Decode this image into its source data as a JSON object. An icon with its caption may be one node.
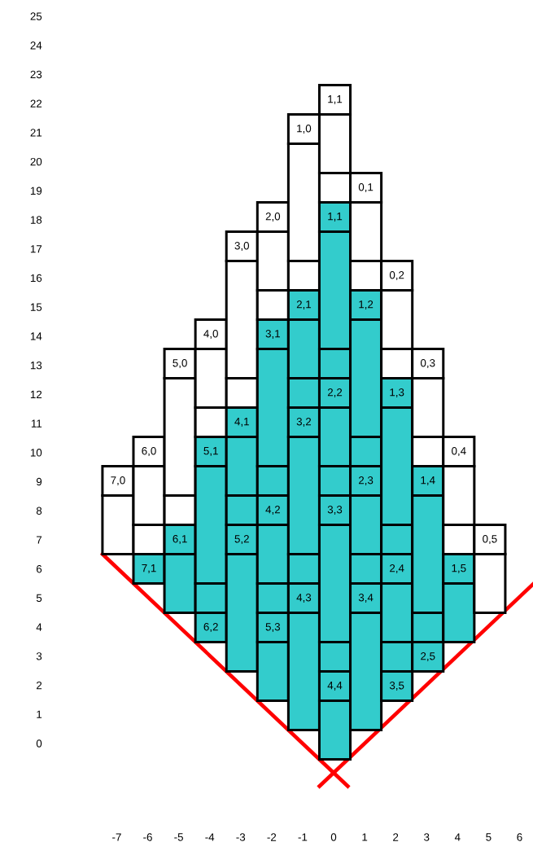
{
  "diagram": {
    "nodes": [
      {
        "text": [
          "7,0"
        ]
      },
      {
        "text": [],
        "shape": "box"
      },
      {
        "text": [
          "6,0"
        ]
      },
      {
        "text": [],
        "shape": "box"
      },
      {
        "text": [],
        "shape": "box"
      },
      {
        "text": [
          "7,1"
        ]
      },
      {
        "text": [
          "5,0"
        ]
      },
      {
        "text": [],
        "shape": "box"
      },
      {
        "text": [],
        "shape": "box"
      },
      {
        "text": [
          "6,1"
        ]
      },
      {
        "text": [],
        "shape": "box"
      },
      {
        "text": [
          "4,0"
        ]
      },
      {
        "text": [],
        "shape": "box"
      },
      {
        "text": [],
        "shape": "box"
      },
      {
        "text": [
          "5,1"
        ]
      },
      {
        "text": [],
        "shape": "box"
      },
      {
        "text": [],
        "shape": "box"
      },
      {
        "text": [
          "6,2"
        ]
      },
      {
        "text": [
          "3,0"
        ]
      },
      {
        "text": [],
        "shape": "box"
      },
      {
        "text": [],
        "shape": "box"
      },
      {
        "text": [
          "4,1"
        ]
      },
      {
        "text": [],
        "shape": "box"
      },
      {
        "text": [],
        "shape": "box"
      },
      {
        "text": [
          "5,2"
        ]
      },
      {
        "text": [],
        "shape": "box"
      },
      {
        "text": [
          "2,0"
        ]
      },
      {
        "text": [],
        "shape": "box"
      },
      {
        "text": [],
        "shape": "box"
      },
      {
        "text": [
          "3,1"
        ]
      },
      {
        "text": [],
        "shape": "box"
      },
      {
        "text": [],
        "shape": "box"
      },
      {
        "text": [
          "4,2"
        ]
      },
      {
        "text": [],
        "shape": "box"
      },
      {
        "text": [],
        "shape": "box"
      },
      {
        "text": [
          "5,3"
        ]
      },
      {
        "text": [],
        "shape": "box"
      },
      {
        "text": [
          "1,0"
        ]
      },
      {
        "text": [],
        "shape": "box"
      },
      {
        "text": [],
        "shape": "box"
      },
      {
        "text": [
          "2,1"
        ]
      },
      {
        "text": [],
        "shape": "box"
      },
      {
        "text": [],
        "shape": "box"
      },
      {
        "text": [
          "3,2"
        ]
      },
      {
        "text": [],
        "shape": "box"
      },
      {
        "text": [],
        "shape": "box"
      },
      {
        "text": [
          "4,3"
        ]
      },
      {
        "text": [],
        "shape": "box"
      },
      {
        "text": [
          "1,1"
        ]
      },
      {
        "text": [],
        "shape": "box"
      },
      {
        "text": [],
        "shape": "box"
      },
      {
        "text": [
          "1,1"
        ]
      },
      {
        "text": [],
        "shape": "box"
      },
      {
        "text": [],
        "shape": "box"
      },
      {
        "text": [
          "2,2"
        ]
      },
      {
        "text": [],
        "shape": "box"
      },
      {
        "text": [],
        "shape": "box"
      },
      {
        "text": [
          "3,3"
        ]
      },
      {
        "text": [],
        "shape": "box"
      },
      {
        "text": [],
        "shape": "box"
      },
      {
        "text": [
          "4,4"
        ]
      },
      {
        "text": [],
        "shape": "box"
      },
      {
        "text": [
          "0,1"
        ]
      },
      {
        "text": [],
        "shape": "box"
      },
      {
        "text": [],
        "shape": "box"
      },
      {
        "text": [
          "1,2"
        ]
      },
      {
        "text": [],
        "shape": "box"
      },
      {
        "text": [],
        "shape": "box"
      },
      {
        "text": [
          "2,3"
        ]
      },
      {
        "text": [],
        "shape": "box"
      },
      {
        "text": [],
        "shape": "box"
      },
      {
        "text": [
          "3,4"
        ]
      },
      {
        "text": [],
        "shape": "box"
      },
      {
        "text": [
          "0,2"
        ]
      },
      {
        "text": [],
        "shape": "box"
      },
      {
        "text": [],
        "shape": "box"
      },
      {
        "text": [
          "1,3"
        ]
      },
      {
        "text": [],
        "shape": "box"
      },
      {
        "text": [],
        "shape": "box"
      },
      {
        "text": [
          "2,4"
        ]
      },
      {
        "text": [],
        "shape": "box"
      },
      {
        "text": [],
        "shape": "box"
      },
      {
        "text": [
          "3,5"
        ]
      },
      {
        "text": [
          "0,3"
        ]
      },
      {
        "text": [],
        "shape": "box"
      },
      {
        "text": [],
        "shape": "box"
      },
      {
        "text": [
          "1,4"
        ]
      },
      {
        "text": [],
        "shape": "box"
      },
      {
        "text": [],
        "shape": "box"
      },
      {
        "text": [
          "2,5"
        ]
      },
      {
        "text": [
          "0,4"
        ]
      },
      {
        "text": [],
        "shape": "box"
      },
      {
        "text": [],
        "shape": "box"
      },
      {
        "text": [
          "1,5"
        ]
      },
      {
        "text": [],
        "shape": "box"
      },
      {
        "text": [
          "0,5"
        ]
      },
      {
        "text": [],
        "shape": "box"
      }
    ],
    "labels": [
      "25",
      "24",
      "23",
      "22",
      "21",
      "20",
      "19",
      "18",
      "17",
      "16",
      "15",
      "14",
      "13",
      "12",
      "11",
      "10",
      "9",
      "8",
      "7",
      "6",
      "5",
      "4",
      "3",
      "2",
      "1",
      "0",
      "-7",
      "-6",
      "-5",
      "-4",
      "-3",
      "-2",
      "-1",
      "0",
      "1",
      "2",
      "3",
      "4",
      "5",
      "6"
    ]
  }
}
